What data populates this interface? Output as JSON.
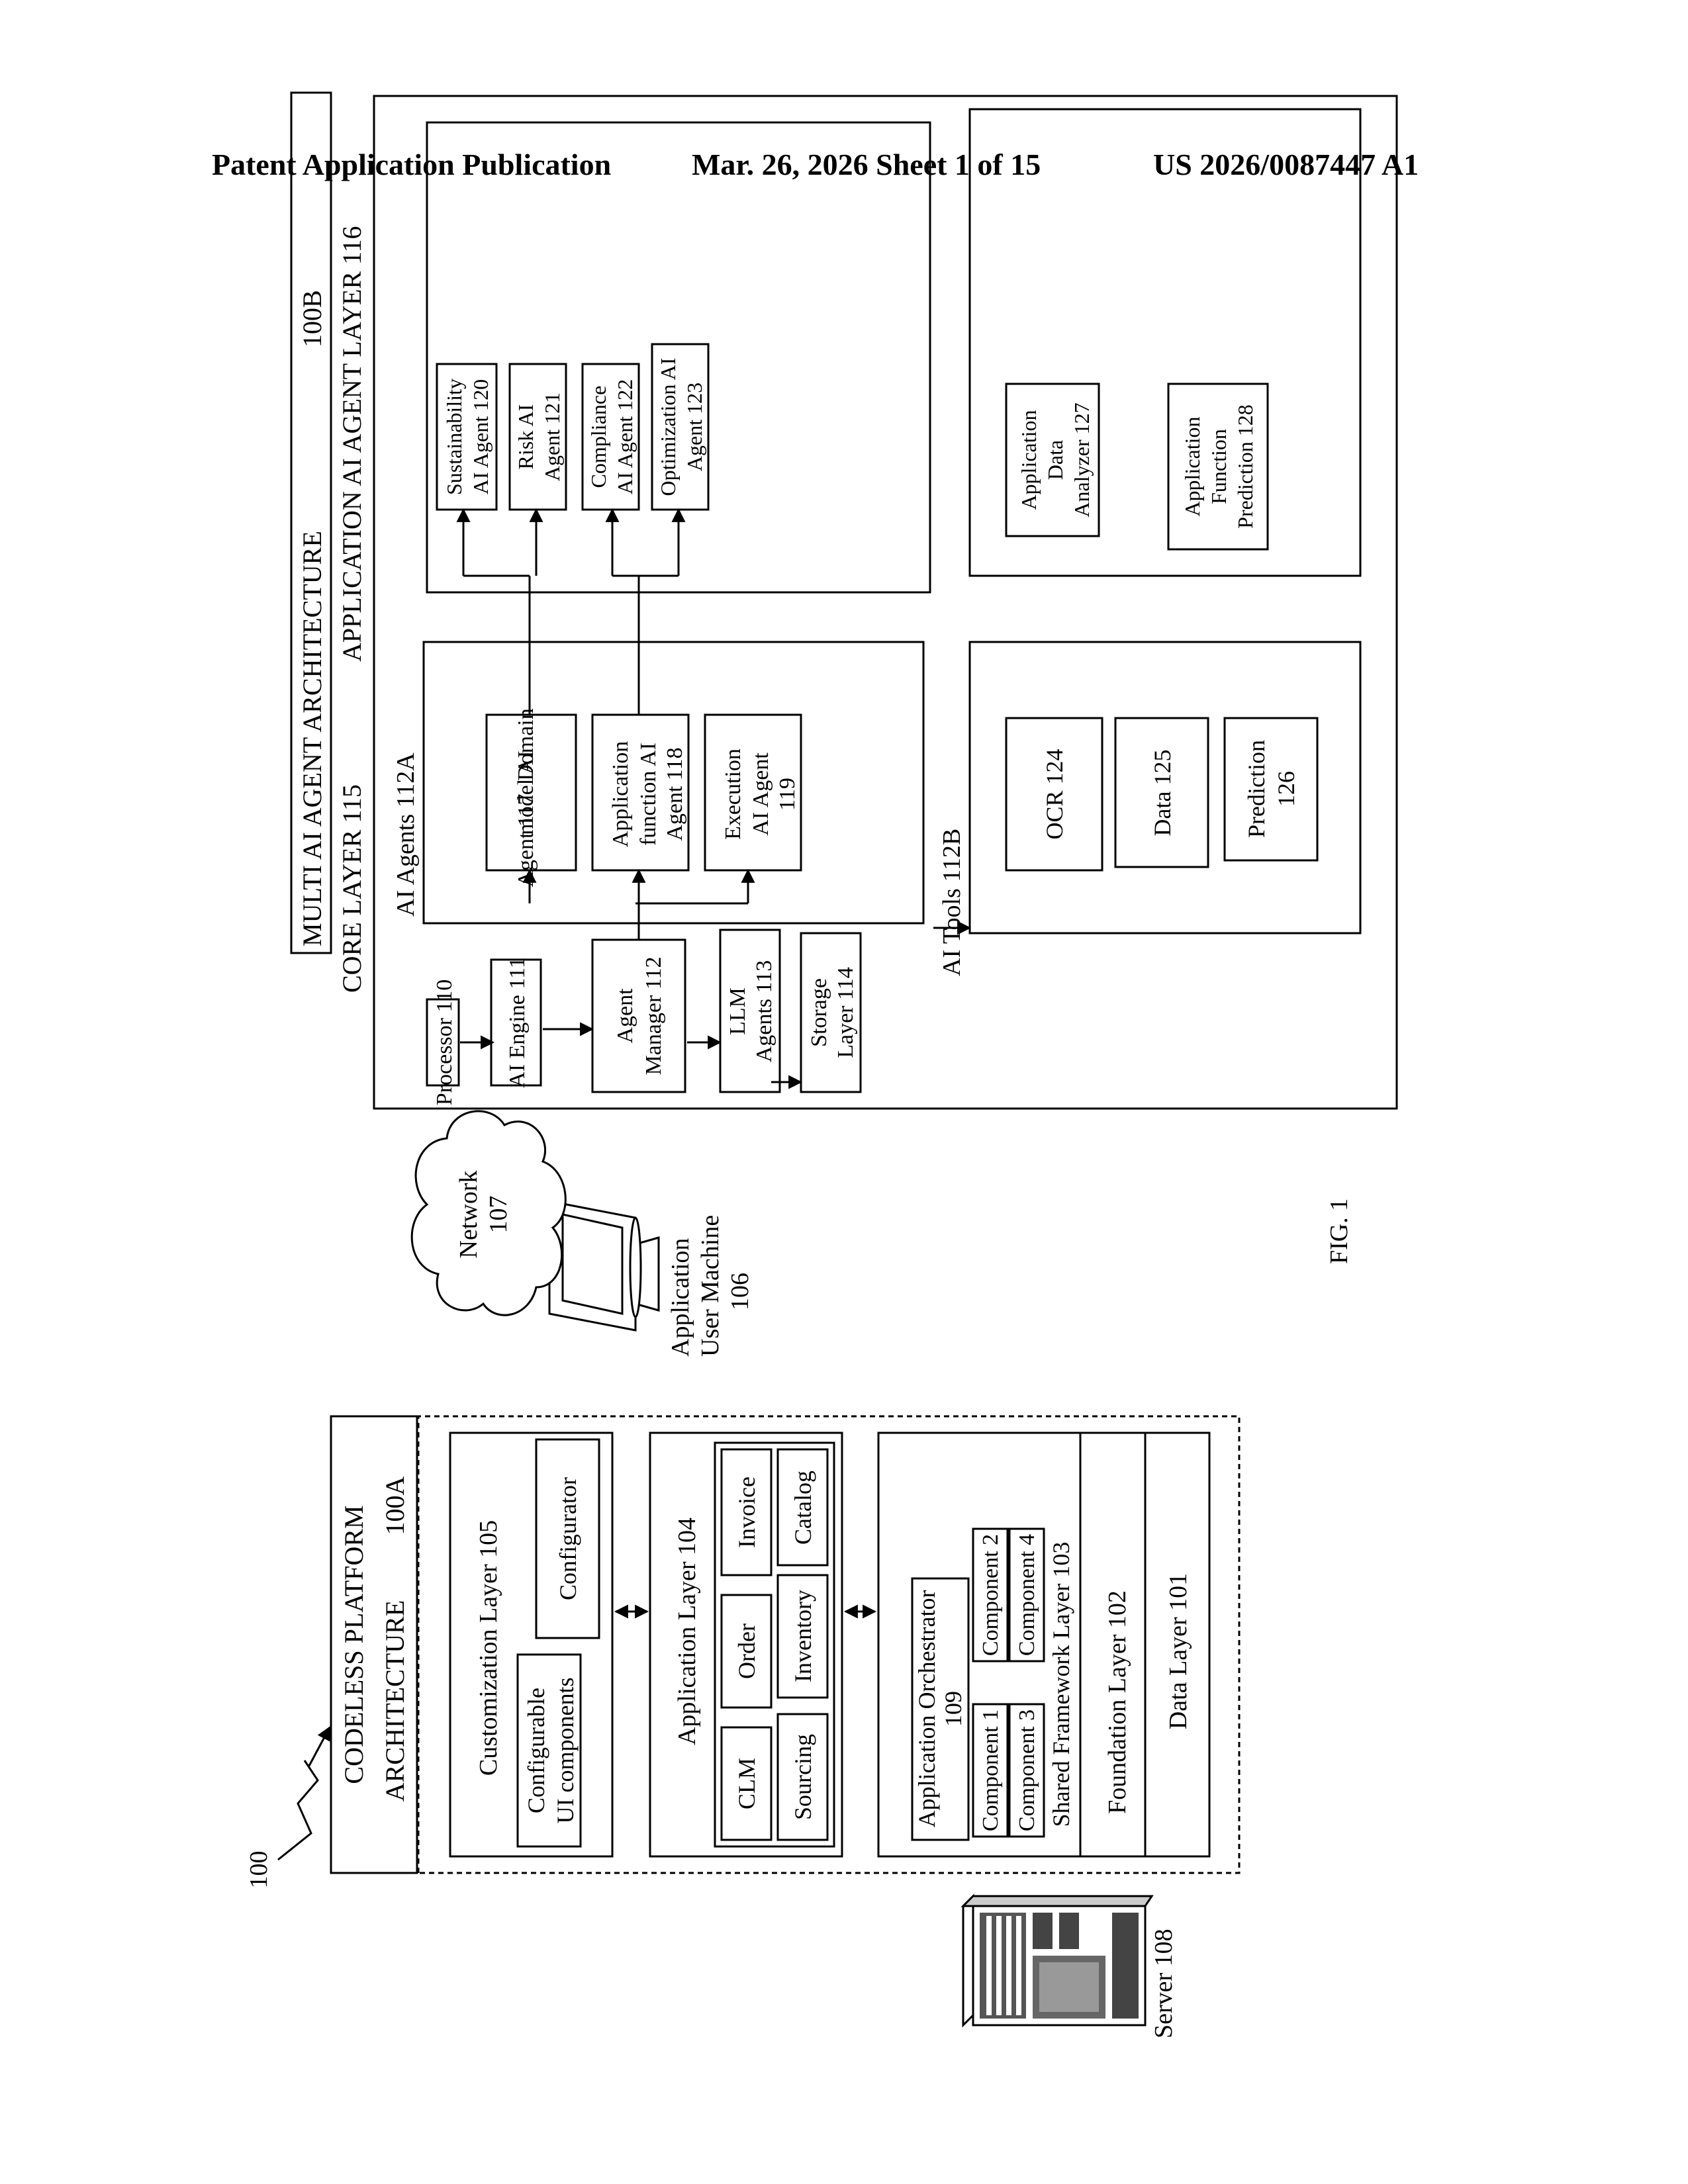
{
  "header": {
    "publication": "Patent Application Publication",
    "date_sheet": "Mar. 26, 2026  Sheet 1 of 15",
    "number": "US 2026/0087447 A1"
  },
  "figure": {
    "label": "FIG. 1",
    "ref_100": "100"
  },
  "codeless": {
    "title_line1": "CODELESS PLATFORM",
    "title_line2": "ARCHITECTURE",
    "ref": "100A",
    "customization_layer": "Customization Layer 105",
    "configurable_line1": "Configurable",
    "configurable_line2": "UI components",
    "configurator": "Configurator",
    "application_layer": "Application Layer 104",
    "modules": [
      "CLM",
      "Order",
      "Invoice",
      "Sourcing",
      "Inventory",
      "Catalog"
    ],
    "orchestrator_line1": "Application Orchestrator",
    "orchestrator_line2": "109",
    "components": [
      "Component 1",
      "Component 2",
      "Component 3",
      "Component 4"
    ],
    "shared_framework": "Shared Framework Layer 103",
    "foundation": "Foundation Layer 102",
    "data_layer": "Data Layer 101"
  },
  "devices": {
    "server": "Server 108",
    "user_machine_line1": "Application",
    "user_machine_line2": "User Machine",
    "user_machine_line3": "106",
    "network_line1": "Network",
    "network_line2": "107"
  },
  "multi": {
    "title": "MULTI AI AGENT ARCHITECTURE",
    "ref": "100B",
    "core_layer": "CORE LAYER 115",
    "app_agent_layer": "APPLICATION AI AGENT LAYER 116",
    "processor": "Processor 110",
    "ai_engine": "AI Engine 111",
    "agent_manager_line1": "Agent",
    "agent_manager_line2": "Manager 112",
    "llm_line1": "LLM",
    "llm_line2": "Agents 113",
    "storage_line1": "Storage",
    "storage_line2": "Layer 114",
    "ai_agents_label": "AI Agents 112A",
    "domain_agent": [
      "Domain",
      "model AI",
      "Agent 117"
    ],
    "function_agent": [
      "Application",
      "function AI",
      "Agent 118"
    ],
    "execution_agent": [
      "Execution",
      "AI Agent",
      "119"
    ],
    "ai_tools_label": "AI Tools 112B",
    "ocr": "OCR 124",
    "data_tool": "Data 125",
    "prediction_line1": "Prediction",
    "prediction_line2": "126",
    "sustainability": [
      "Sustainability",
      "AI Agent 120"
    ],
    "risk": [
      "Risk AI",
      "Agent 121"
    ],
    "compliance": [
      "Compliance",
      "AI Agent 122"
    ],
    "optimization": [
      "Optimization AI",
      "Agent 123"
    ],
    "data_analyzer": [
      "Application",
      "Data",
      "Analyzer 127"
    ],
    "function_prediction": [
      "Application",
      "Function",
      "Prediction 128"
    ]
  }
}
